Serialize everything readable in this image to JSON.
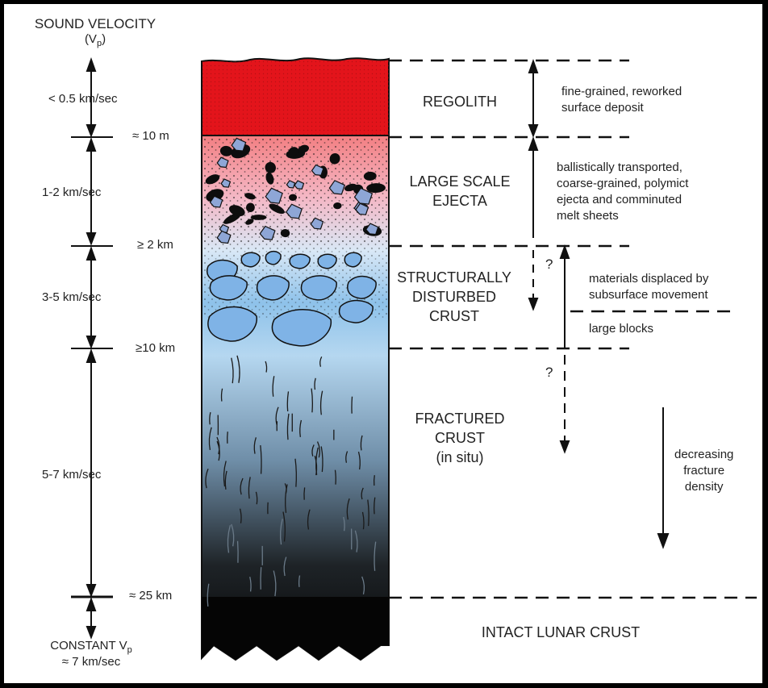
{
  "velocity_header": {
    "line1": "SOUND VELOCITY",
    "line2": "(V",
    "sub": "p",
    "close": ")"
  },
  "velocities": [
    "< 0.5 km/sec",
    "1-2 km/sec",
    "3-5 km/sec",
    "5-7 km/sec"
  ],
  "constant": {
    "line1": "CONSTANT V",
    "sub": "p",
    "line2": "≈ 7 km/sec"
  },
  "depths": [
    "≈ 10 m",
    "≥ 2 km",
    "≥10 km",
    "≈ 25 km"
  ],
  "zones": {
    "regolith": "REGOLITH",
    "ejecta": [
      "LARGE SCALE",
      "EJECTA"
    ],
    "disturbed": [
      "STRUCTURALLY",
      "DISTURBED",
      "CRUST"
    ],
    "fractured": [
      "FRACTURED",
      "CRUST",
      "(in situ)"
    ],
    "intact": "INTACT LUNAR CRUST"
  },
  "descriptions": {
    "regolith": [
      "fine-grained, reworked",
      "surface deposit"
    ],
    "ejecta": [
      "ballistically transported,",
      "coarse-grained, polymict",
      "ejecta and comminuted",
      "melt sheets"
    ],
    "displaced": [
      "materials displaced by",
      "subsurface movement"
    ],
    "blocks": "large blocks",
    "fracture": [
      "decreasing",
      "fracture",
      "density"
    ]
  },
  "question_mark": "?",
  "colors": {
    "regolith": "#e8141a",
    "ejecta_top": "#f0787a",
    "crust_blue": "#8cc4ea",
    "crust_dark": "#0a0a0a"
  }
}
